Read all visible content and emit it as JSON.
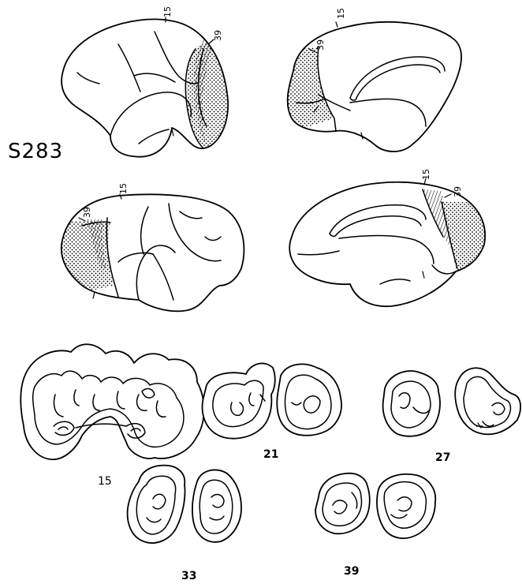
{
  "case_id": "S283",
  "views": {
    "left_lateral": {
      "labels": [
        "15",
        "39"
      ]
    },
    "right_medial": {
      "labels": [
        "39",
        "15"
      ]
    },
    "right_lateral": {
      "labels": [
        "39",
        "15"
      ]
    },
    "left_medial": {
      "labels": [
        "15",
        "39"
      ]
    }
  },
  "sections": [
    "15",
    "21",
    "27",
    "33",
    "39"
  ]
}
